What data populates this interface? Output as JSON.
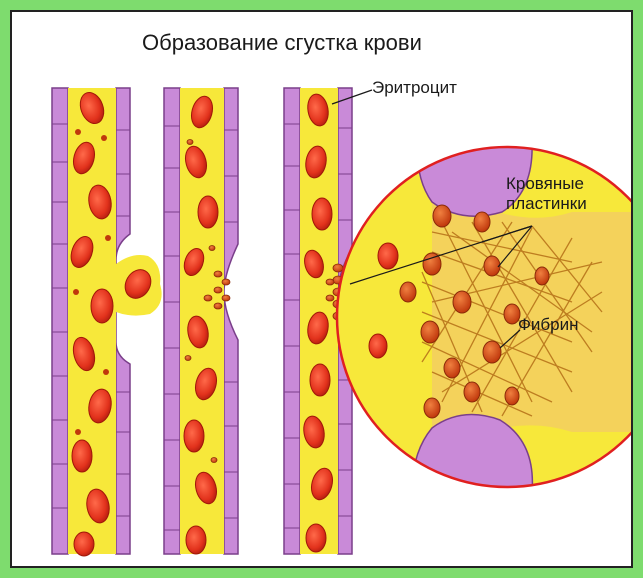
{
  "title": "Образование сгустка крови",
  "labels": {
    "erythrocyte": "Эритроцит",
    "platelets_line1": "Кровяные",
    "platelets_line2": "пластинки",
    "fibrin": "Фибрин"
  },
  "colors": {
    "frame": "#7edc6e",
    "vessel_wall": "#c98ad8",
    "plasma": "#f7e83a",
    "red_cell": "#e2321c",
    "clot_cell": "#d24a12",
    "fibrin": "#b8741a",
    "zoom_outline": "#e02020"
  }
}
